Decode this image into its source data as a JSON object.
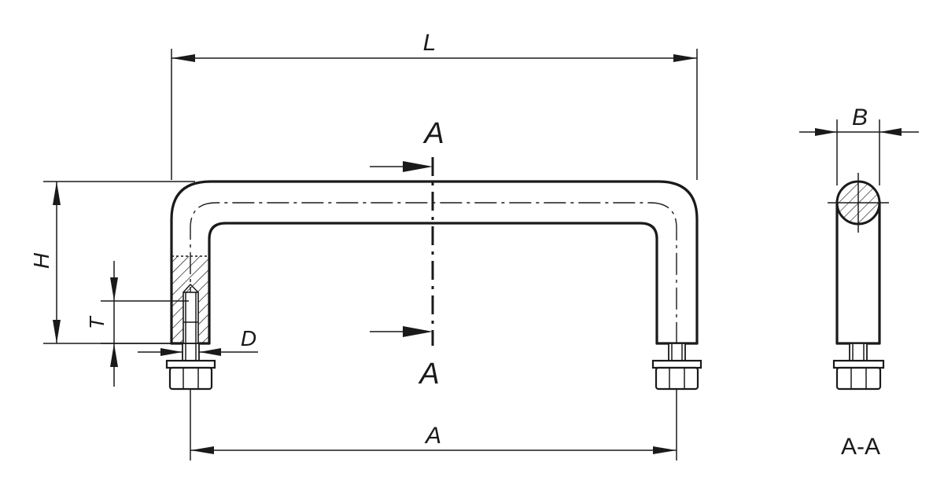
{
  "labels": {
    "length": "L",
    "height": "H",
    "thread_depth": "T",
    "thread_diameter": "D",
    "section_mark_top": "A",
    "section_mark_bottom": "A",
    "pitch": "A",
    "width": "B",
    "section_view": "A-A"
  },
  "colors": {
    "line": "#1a1a1a",
    "background": "#ffffff"
  }
}
